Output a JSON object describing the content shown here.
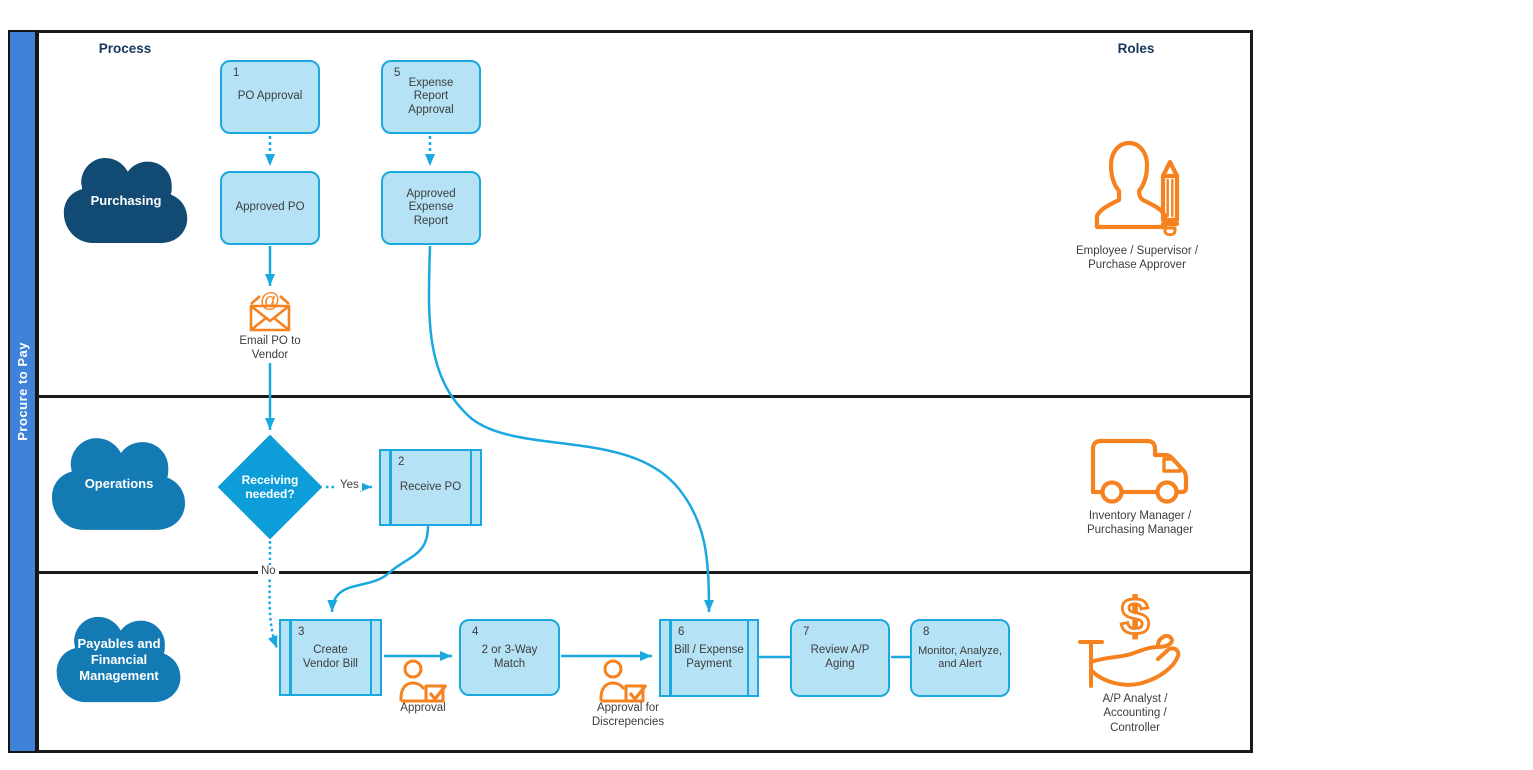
{
  "title": "Procure to Pay",
  "headers": {
    "process": "Process",
    "roles": "Roles"
  },
  "lanes": {
    "purchasing": "Purchasing",
    "operations": "Operations",
    "payables": "Payables and Financial Management"
  },
  "decision": {
    "label": "Receiving needed?",
    "yes": "Yes",
    "no": "No"
  },
  "boxes": [
    {
      "num": "1",
      "label": "PO Approval"
    },
    {
      "num": "",
      "label": "Approved PO"
    },
    {
      "num": "5",
      "label": "Expense Report Approval"
    },
    {
      "num": "",
      "label": "Approved Expense Report"
    },
    {
      "num": "2",
      "label": "Receive PO"
    },
    {
      "num": "3",
      "label": "Create Vendor Bill"
    },
    {
      "num": "4",
      "label": "2 or 3-Way Match"
    },
    {
      "num": "6",
      "label": "Bill / Expense Payment"
    },
    {
      "num": "7",
      "label": "Review A/P Aging"
    },
    {
      "num": "8",
      "label": "Monitor, Analyze, and Alert"
    }
  ],
  "annotations": {
    "email": "Email PO to Vendor",
    "approval": "Approval",
    "approval_discrepencies": "Approval for Discrepencies",
    "at_sign": "@",
    "dollar_sign": "$"
  },
  "roles": [
    {
      "icon": "person-pencil-icon",
      "label": "Employee / Supervisor / Purchase Approver"
    },
    {
      "icon": "truck-icon",
      "label": "Inventory Manager / Purchasing Manager"
    },
    {
      "icon": "hand-dollar-icon",
      "label": "A/P Analyst / Accounting / Controller"
    }
  ],
  "colors": {
    "flow_line": "#1BA7E0",
    "box_fill": "#B5E2F4",
    "diamond_fill": "#0D9ED9",
    "cloud_dark": "#114A73",
    "cloud_medium": "#147AB3",
    "sidebar_blue": "#4182D9",
    "icon_orange": "#F5821F",
    "header_text": "#17365D"
  }
}
